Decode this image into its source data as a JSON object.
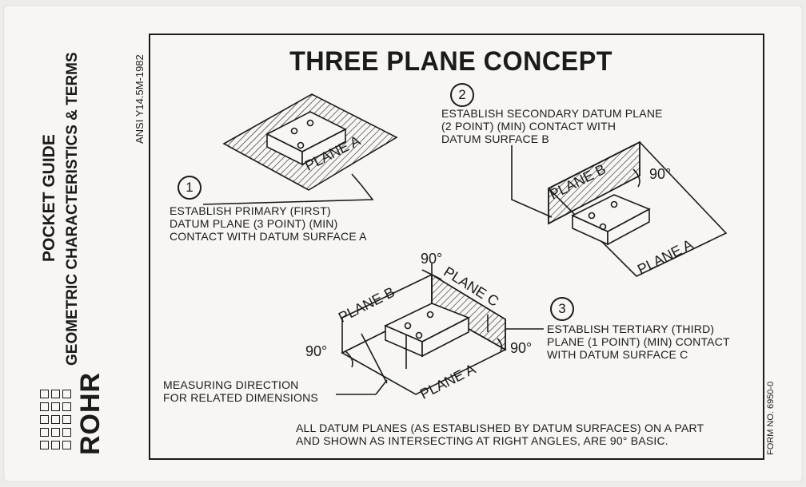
{
  "left_panel": {
    "title": "POCKET GUIDE",
    "subtitle": "GEOMETRIC CHARACTERISTICS & TERMS",
    "brand": "ROHR"
  },
  "standard": "ANSI Y14.5M-1982",
  "heading": "THREE PLANE CONCEPT",
  "steps": [
    {
      "number": "1",
      "text": "ESTABLISH PRIMARY (FIRST)\nDATUM PLANE (3 POINT) (MIN)\nCONTACT WITH DATUM SURFACE A"
    },
    {
      "number": "2",
      "text": "ESTABLISH SECONDARY DATUM PLANE\n(2 POINT) (MIN) CONTACT WITH\nDATUM SURFACE B"
    },
    {
      "number": "3",
      "text": "ESTABLISH TERTIARY (THIRD)\nPLANE (1 POINT) (MIN) CONTACT\nWITH DATUM SURFACE C"
    }
  ],
  "labels": {
    "plane_a": "PLANE A",
    "plane_b": "PLANE B",
    "plane_c": "PLANE C",
    "angle": "90°"
  },
  "measuring_note": "MEASURING DIRECTION\nFOR RELATED DIMENSIONS",
  "footer_note": "ALL DATUM PLANES (AS ESTABLISHED BY DATUM SURFACES) ON A PART\nAND SHOWN AS INTERSECTING AT RIGHT ANGLES, ARE 90° BASIC.",
  "form_number": "FORM NO. 6950-0"
}
